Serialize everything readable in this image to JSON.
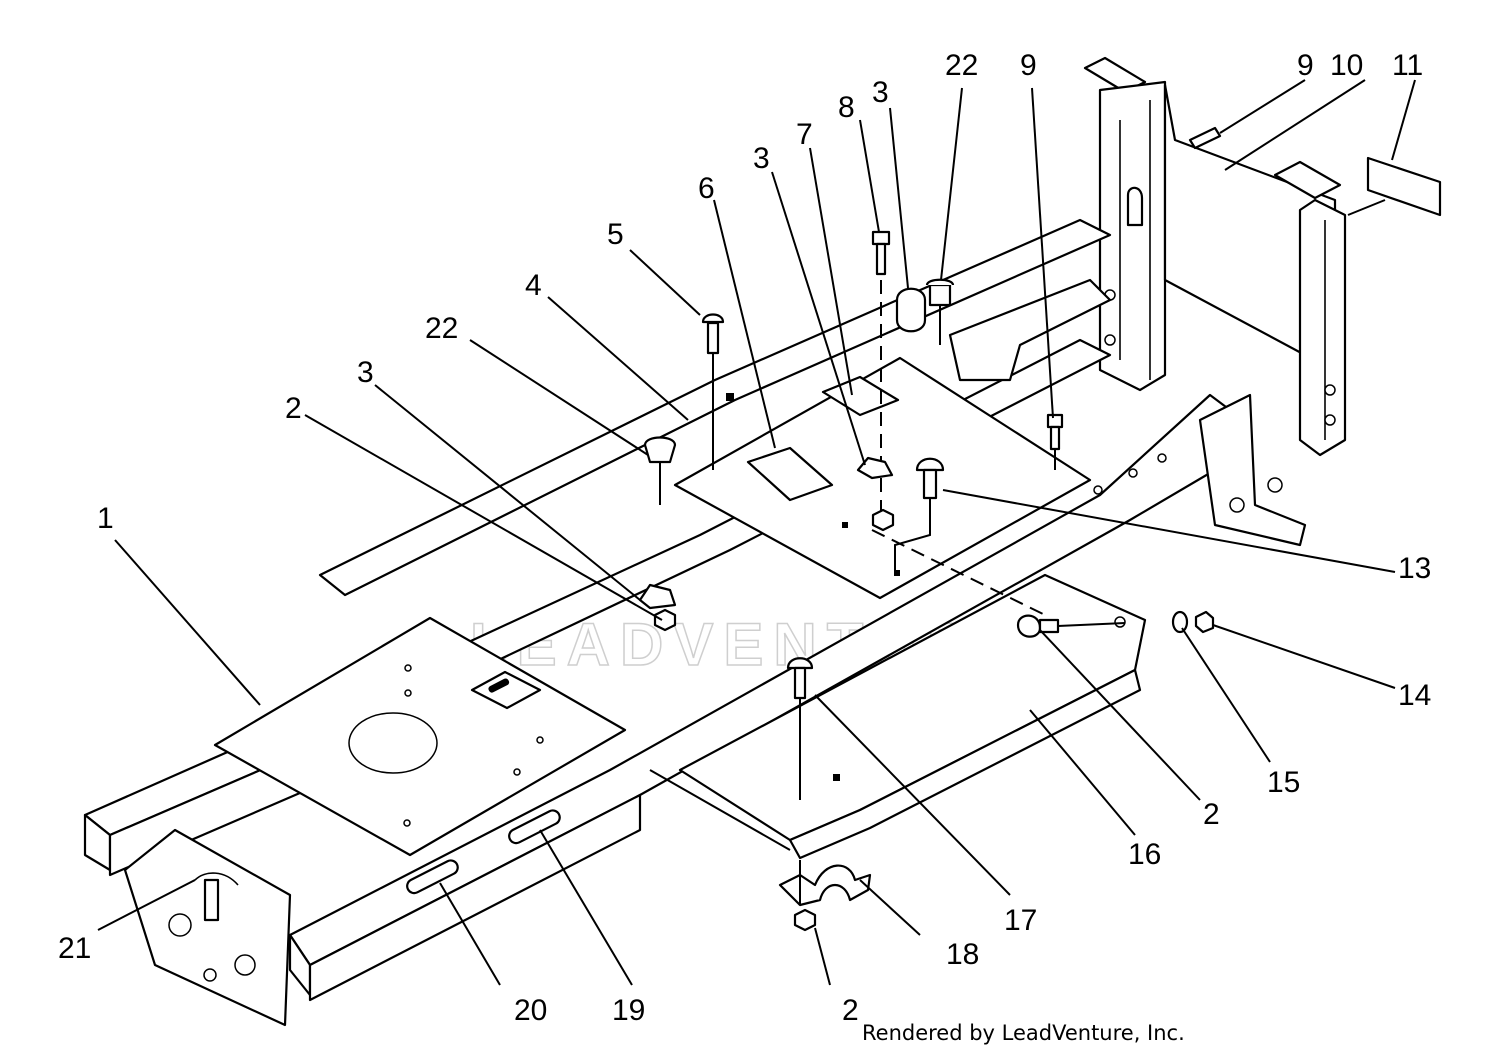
{
  "credit": "Rendered by LeadVenture, Inc.",
  "watermark": "LEADVENTURE",
  "callouts": [
    {
      "id": "c-1",
      "text": "1"
    },
    {
      "id": "c-2a",
      "text": "2"
    },
    {
      "id": "c-3a",
      "text": "3"
    },
    {
      "id": "c-22a",
      "text": "22"
    },
    {
      "id": "c-4",
      "text": "4"
    },
    {
      "id": "c-5",
      "text": "5"
    },
    {
      "id": "c-6",
      "text": "6"
    },
    {
      "id": "c-3b",
      "text": "3"
    },
    {
      "id": "c-7",
      "text": "7"
    },
    {
      "id": "c-8",
      "text": "8"
    },
    {
      "id": "c-3c",
      "text": "3"
    },
    {
      "id": "c-22b",
      "text": "22"
    },
    {
      "id": "c-9a",
      "text": "9"
    },
    {
      "id": "c-9b",
      "text": "9"
    },
    {
      "id": "c-10",
      "text": "10"
    },
    {
      "id": "c-11",
      "text": "11"
    },
    {
      "id": "c-13",
      "text": "13"
    },
    {
      "id": "c-14",
      "text": "14"
    },
    {
      "id": "c-15",
      "text": "15"
    },
    {
      "id": "c-2b",
      "text": "2"
    },
    {
      "id": "c-16",
      "text": "16"
    },
    {
      "id": "c-17",
      "text": "17"
    },
    {
      "id": "c-18",
      "text": "18"
    },
    {
      "id": "c-2c",
      "text": "2"
    },
    {
      "id": "c-19",
      "text": "19"
    },
    {
      "id": "c-20",
      "text": "20"
    },
    {
      "id": "c-21",
      "text": "21"
    }
  ]
}
